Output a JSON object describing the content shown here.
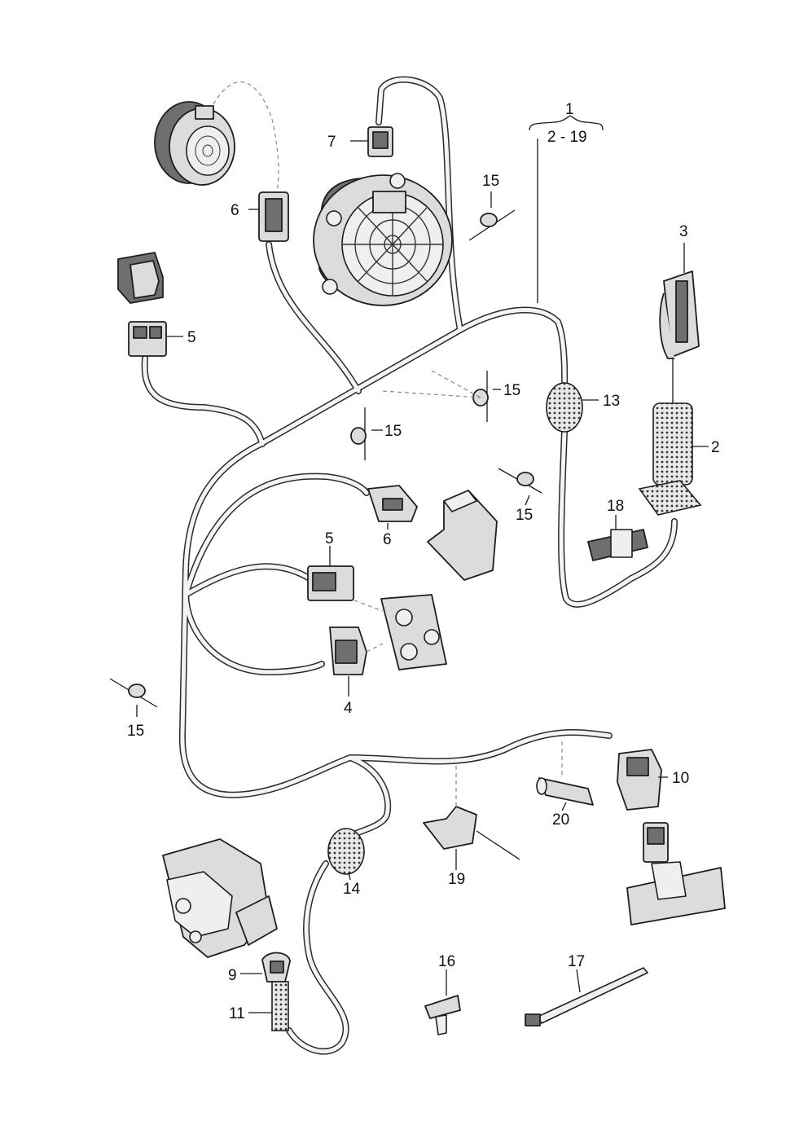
{
  "callouts": {
    "c1": "1",
    "c1_range": "2 - 19",
    "c2": "2",
    "c3": "3",
    "c4": "4",
    "c5a": "5",
    "c5b": "5",
    "c6a": "6",
    "c6b": "6",
    "c7": "7",
    "c9": "9",
    "c10": "10",
    "c11": "11",
    "c13": "13",
    "c14": "14",
    "c15a": "15",
    "c15b": "15",
    "c15c": "15",
    "c15d": "15",
    "c15e": "15",
    "c16": "16",
    "c17": "17",
    "c18": "18",
    "c19": "19",
    "c20": "20"
  }
}
